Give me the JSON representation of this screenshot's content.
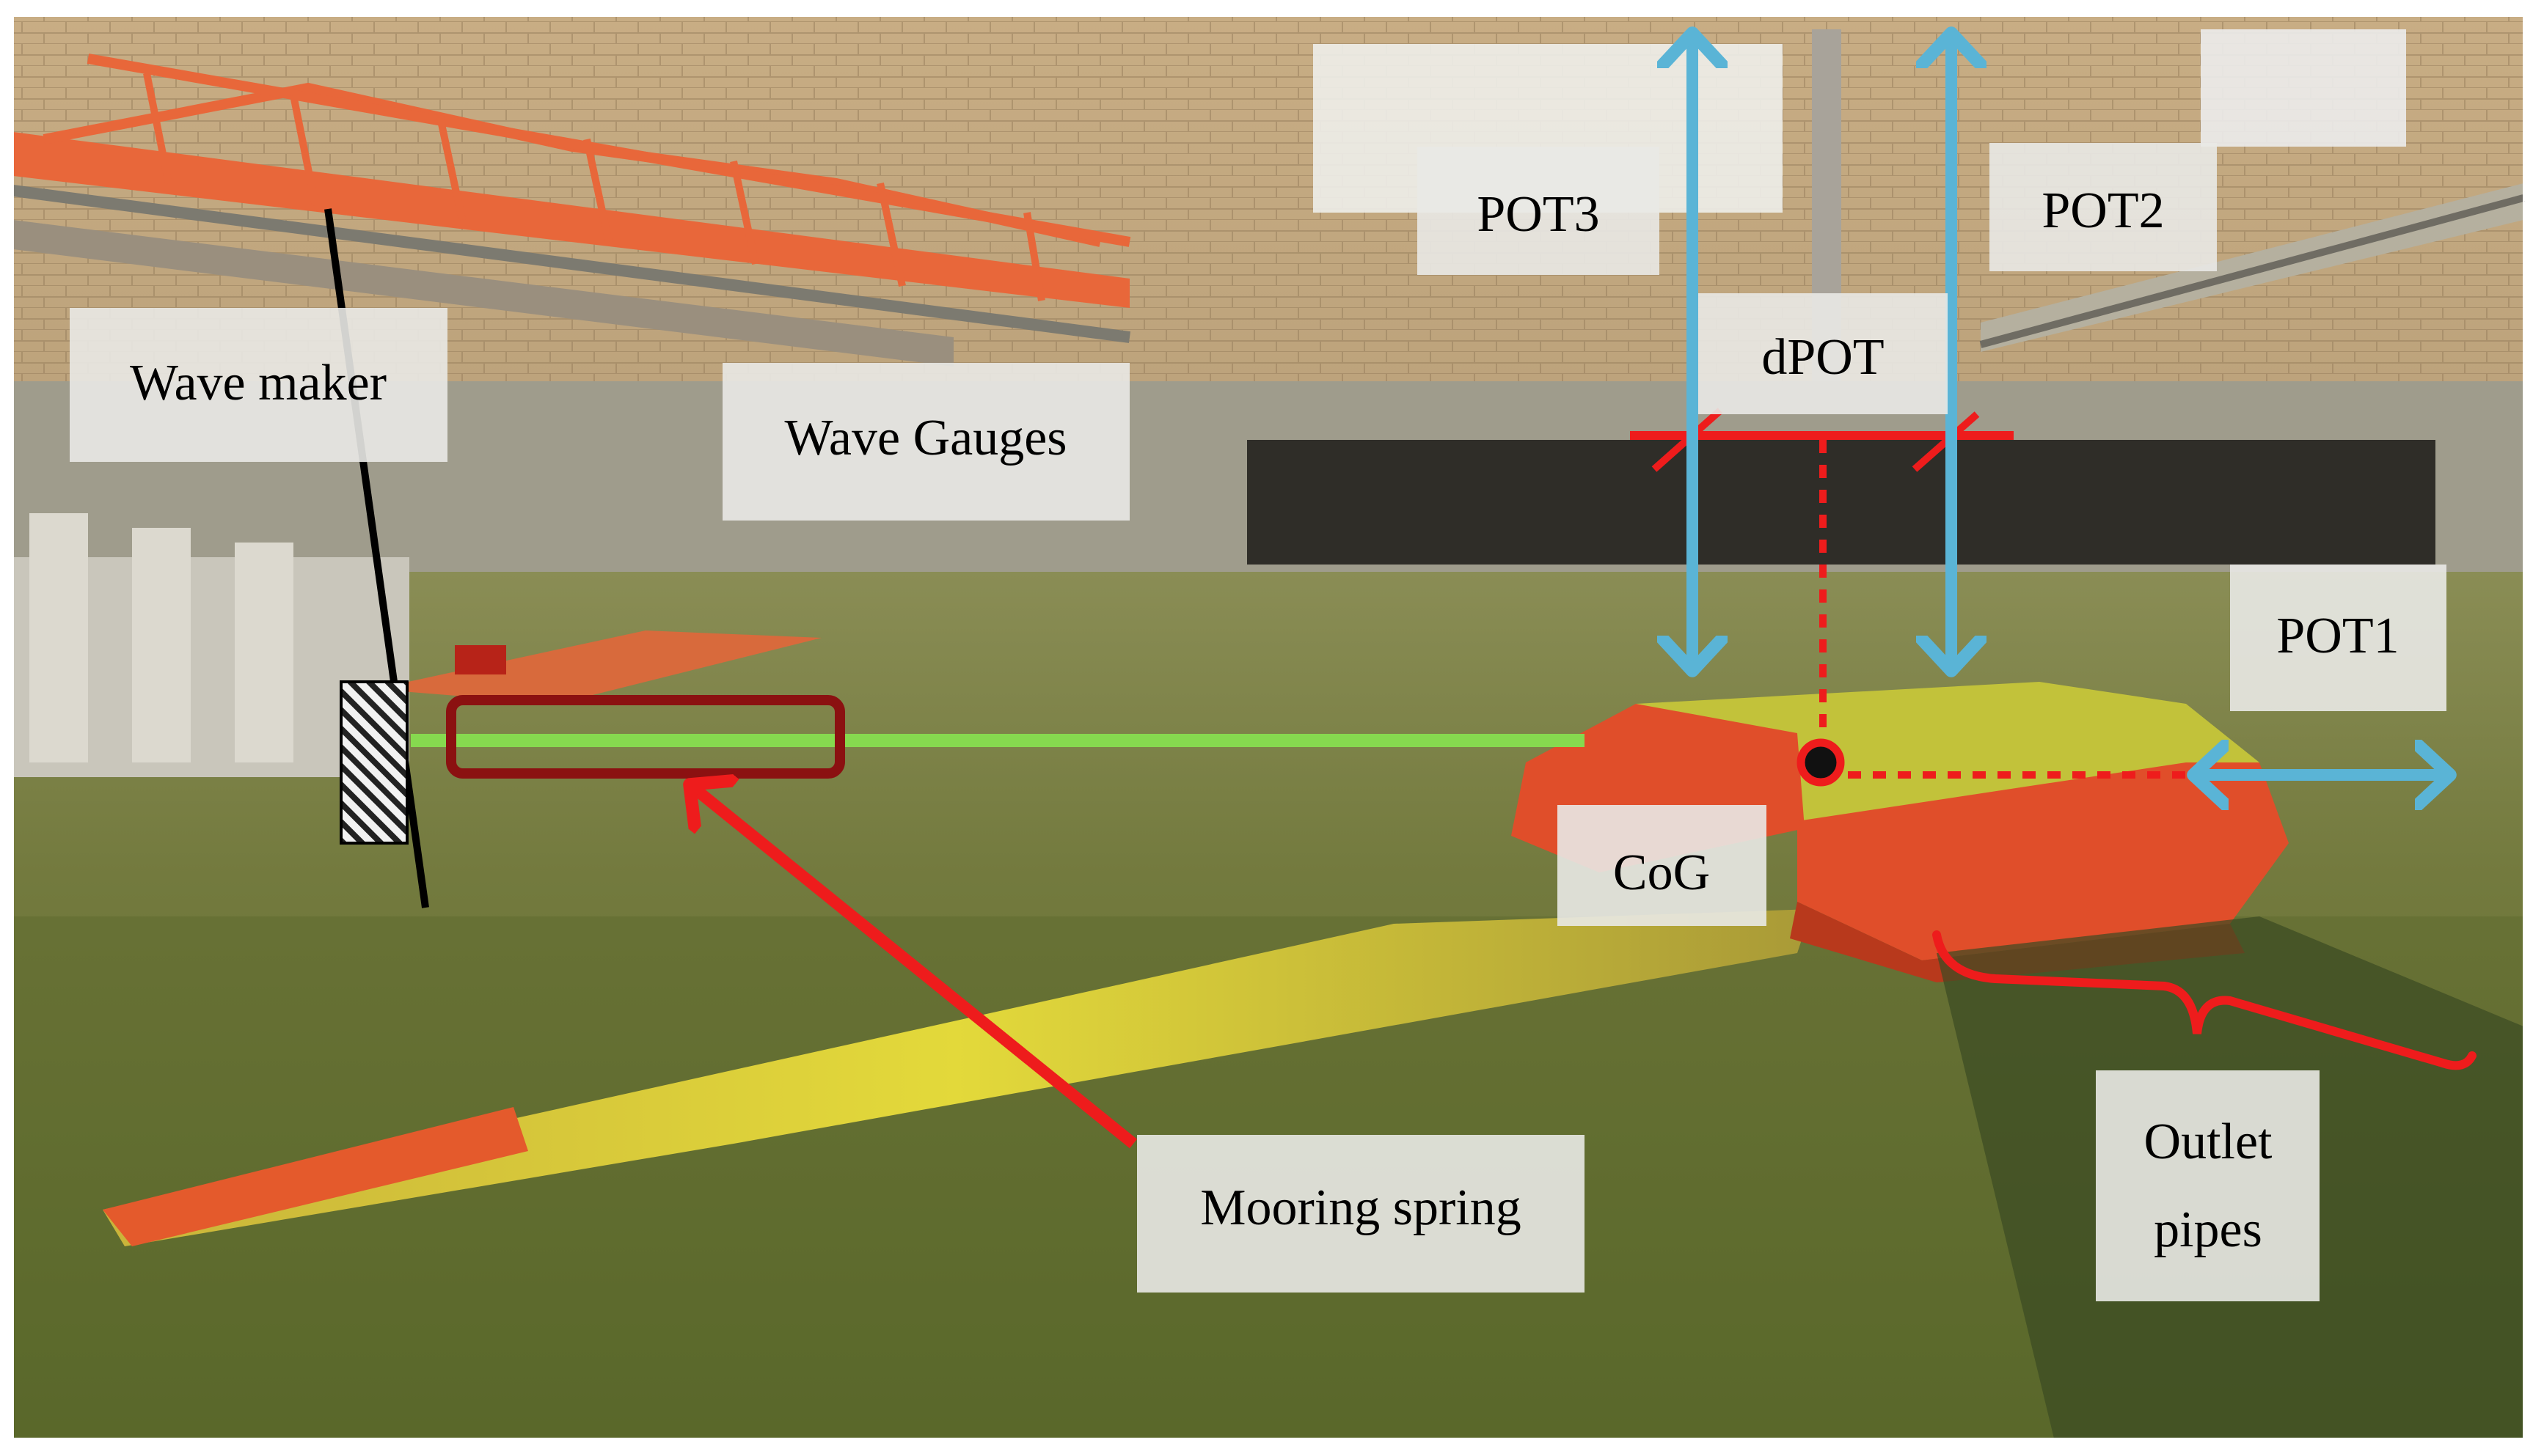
{
  "labels": {
    "wave_maker": "Wave maker",
    "wave_gauges": "Wave Gauges",
    "pot3": "POT3",
    "pot2": "POT2",
    "dpot": "dPOT",
    "pot1": "POT1",
    "cog": "CoG",
    "mooring_spring": "Mooring spring",
    "outlet_pipes_line1": "Outlet",
    "outlet_pipes_line2": "pipes"
  },
  "colors": {
    "measurement_arrow": "#5ab4d6",
    "annotation_red": "#ee1c1c",
    "mooring_line_green": "#86d94f",
    "spring_box_border": "#8b1111",
    "label_box": "#e9e9e6",
    "water": "#6f7a3c",
    "bridge_orange": "#e8673a",
    "wall_brick": "#b59a72",
    "device_orange": "#e04e2a",
    "ramp_yellow": "#d8cc2a"
  }
}
